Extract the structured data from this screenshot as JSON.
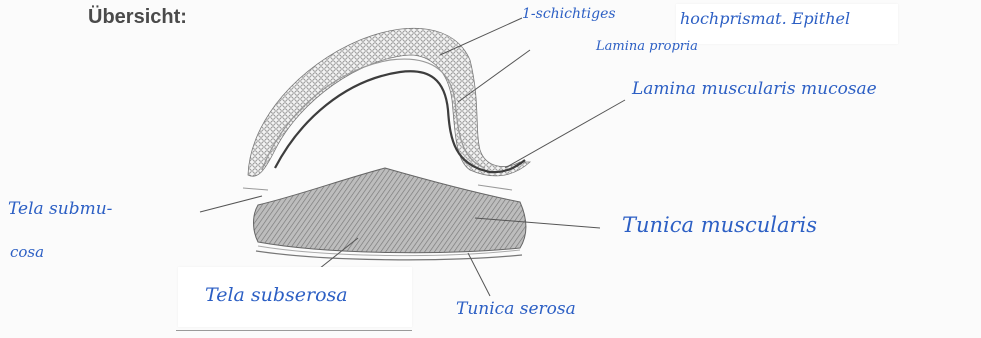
{
  "title": "Übersicht:",
  "labels": {
    "epithel_part1": "1-schichtiges",
    "epithel_part2": "hochprismat. Epithel",
    "lamina_propria": "Lamina propria",
    "lamina_muscularis_mucosae": "Lamina muscularis mucosae",
    "tela_submucosa_line1": "Tela submu-",
    "tela_submucosa_line2": "cosa",
    "tunica_muscularis": "Tunica muscularis",
    "tela_subserosa": "Tela subserosa",
    "tunica_serosa": "Tunica serosa"
  },
  "colors": {
    "ink_blue": "#2c5fc4",
    "pencil": "#555555",
    "title": "#4a4a4a"
  }
}
